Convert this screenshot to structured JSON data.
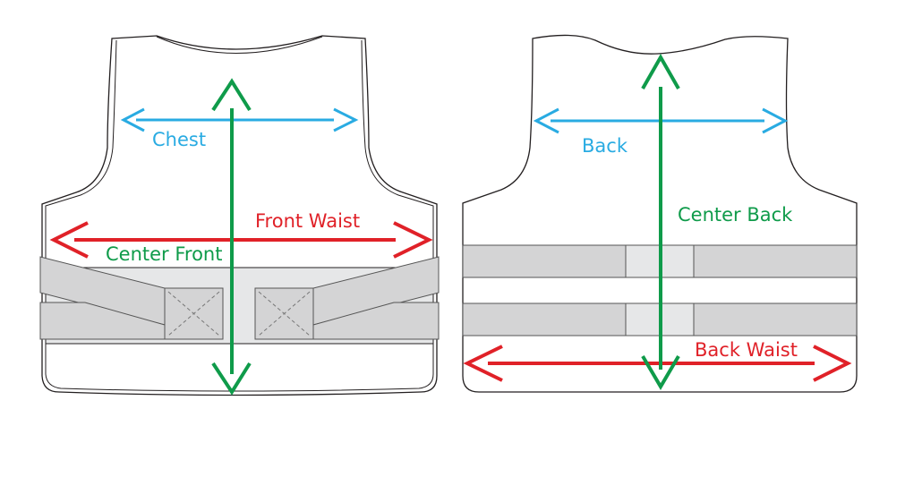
{
  "colors": {
    "blue": "#29abe2",
    "green": "#0f9b4a",
    "red": "#e02128",
    "strap": "#d4d4d5",
    "strap_light": "#e6e7e8",
    "outline": "#231f20"
  },
  "front": {
    "chest_label": "Chest",
    "waist_label": "Front Waist",
    "center_label": "Center Front"
  },
  "back": {
    "back_label": "Back",
    "center_label": "Center Back",
    "waist_label": "Back Waist"
  }
}
